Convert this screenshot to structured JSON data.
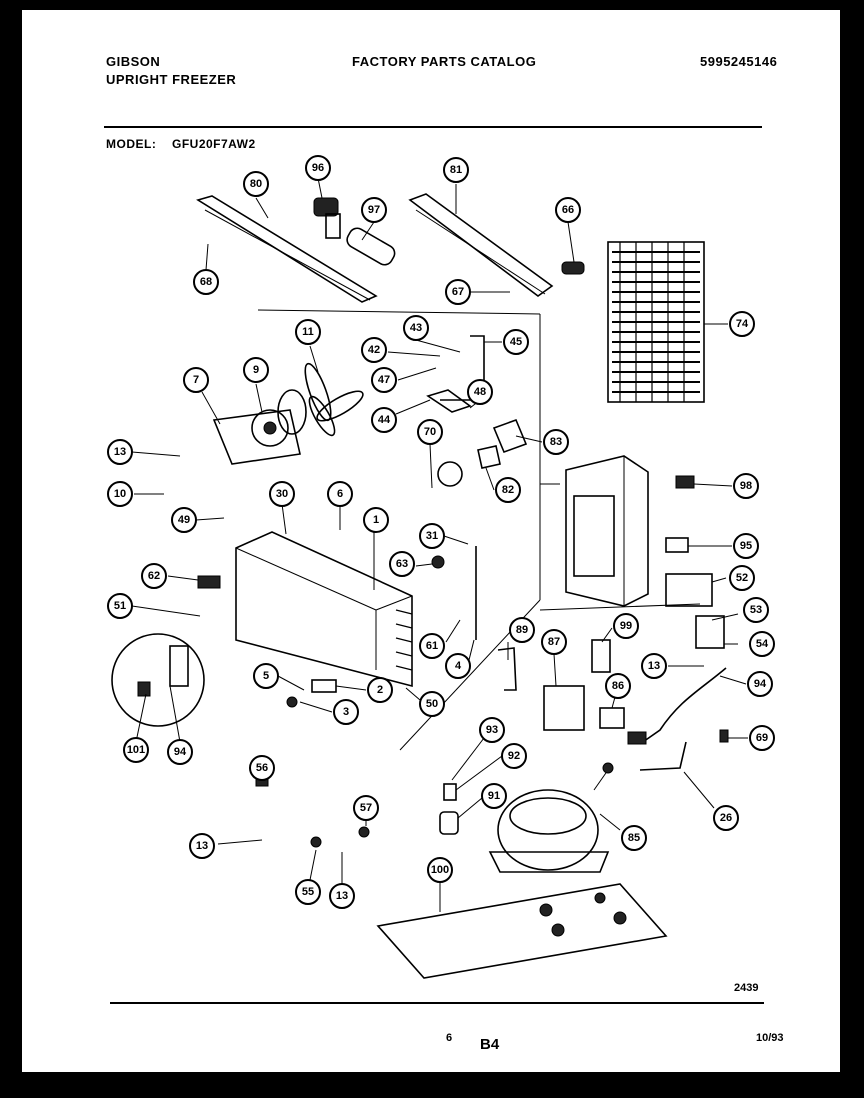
{
  "header": {
    "brand": "GIBSON",
    "product": "UPRIGHT FREEZER",
    "catalog_title": "FACTORY PARTS CATALOG",
    "catalog_number": "5995245146",
    "model_label": "MODEL:",
    "model_number": "GFU20F7AW2"
  },
  "footer": {
    "drawing_number": "2439",
    "page_number": "6",
    "section": "B4",
    "date": "10/93"
  },
  "callouts": [
    "80",
    "96",
    "97",
    "81",
    "66",
    "68",
    "67",
    "74",
    "11",
    "43",
    "45",
    "42",
    "47",
    "7",
    "9",
    "48",
    "44",
    "70",
    "83",
    "13",
    "82",
    "98",
    "10",
    "30",
    "6",
    "1",
    "49",
    "31",
    "63",
    "95",
    "62",
    "52",
    "51",
    "53",
    "54",
    "61",
    "89",
    "87",
    "99",
    "13",
    "4",
    "94",
    "86",
    "5",
    "2",
    "50",
    "3",
    "93",
    "101",
    "94",
    "92",
    "69",
    "56",
    "91",
    "26",
    "57",
    "85",
    "13",
    "100",
    "55",
    "13"
  ]
}
